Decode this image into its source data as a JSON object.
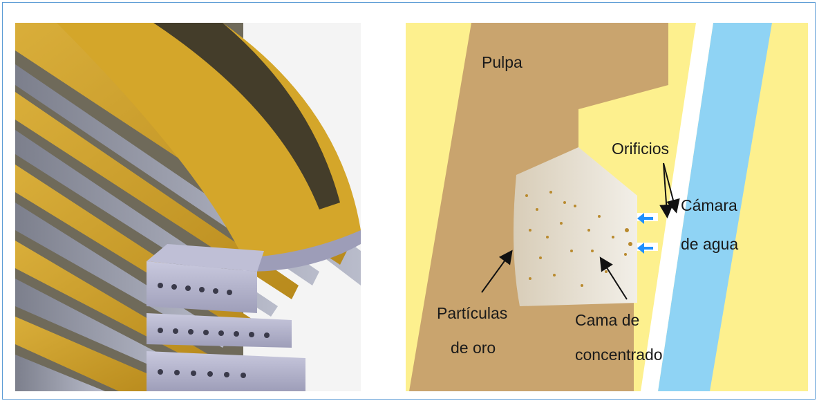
{
  "diagram": {
    "left_image": {
      "description_icon": "concentrator-cone-3d-icon"
    },
    "right_image": {
      "labels": {
        "pulpa": "Pulpa",
        "orificios": "Orificios",
        "camara_line1": "Cámara",
        "camara_line2": "de agua",
        "particulas_line1": "Partículas",
        "particulas_line2": "de oro",
        "cama_line1": "Cama de",
        "cama_line2": "concentrado"
      },
      "colors": {
        "pulp": "#c9a46e",
        "wall": "#fdf08e",
        "water": "#8fd3f4",
        "bed": "#e6dfd3",
        "gold": "#b98a2e",
        "arrow": "#1e90ff"
      }
    }
  }
}
